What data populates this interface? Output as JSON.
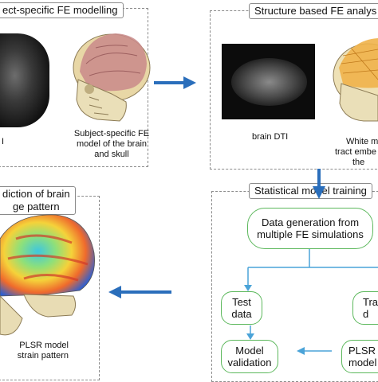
{
  "panels": {
    "subject_specific": {
      "title": "ect-specific FE modelling",
      "left_caption": "I",
      "model_caption": [
        "Subject-specific FE",
        "model of the brain",
        "and skull"
      ]
    },
    "structure_based": {
      "title": "Structure based FE analys",
      "dti_caption": "brain DTI",
      "tract_caption": [
        "White m",
        "tract embe",
        "the"
      ]
    },
    "statistical_training": {
      "title": "Statistical model training",
      "data_generation": [
        "Data generation from",
        "multiple FE simulations"
      ],
      "test_data": [
        "Test",
        "data"
      ],
      "train_data": [
        "Tra",
        "d"
      ],
      "model_validation": [
        "Model",
        "validation"
      ],
      "plsr_model": [
        "PLSR",
        "model"
      ]
    },
    "prediction": {
      "title": "diction of brain",
      "title_line2": "ge pattern",
      "caption": [
        "PLSR model",
        "strain pattern"
      ]
    }
  },
  "colors": {
    "big_arrow": "#2a6ebb",
    "flow_arrow": "#4aa3d8",
    "node_border": "#5cb85c",
    "panel_border": "#8a8a8a"
  }
}
